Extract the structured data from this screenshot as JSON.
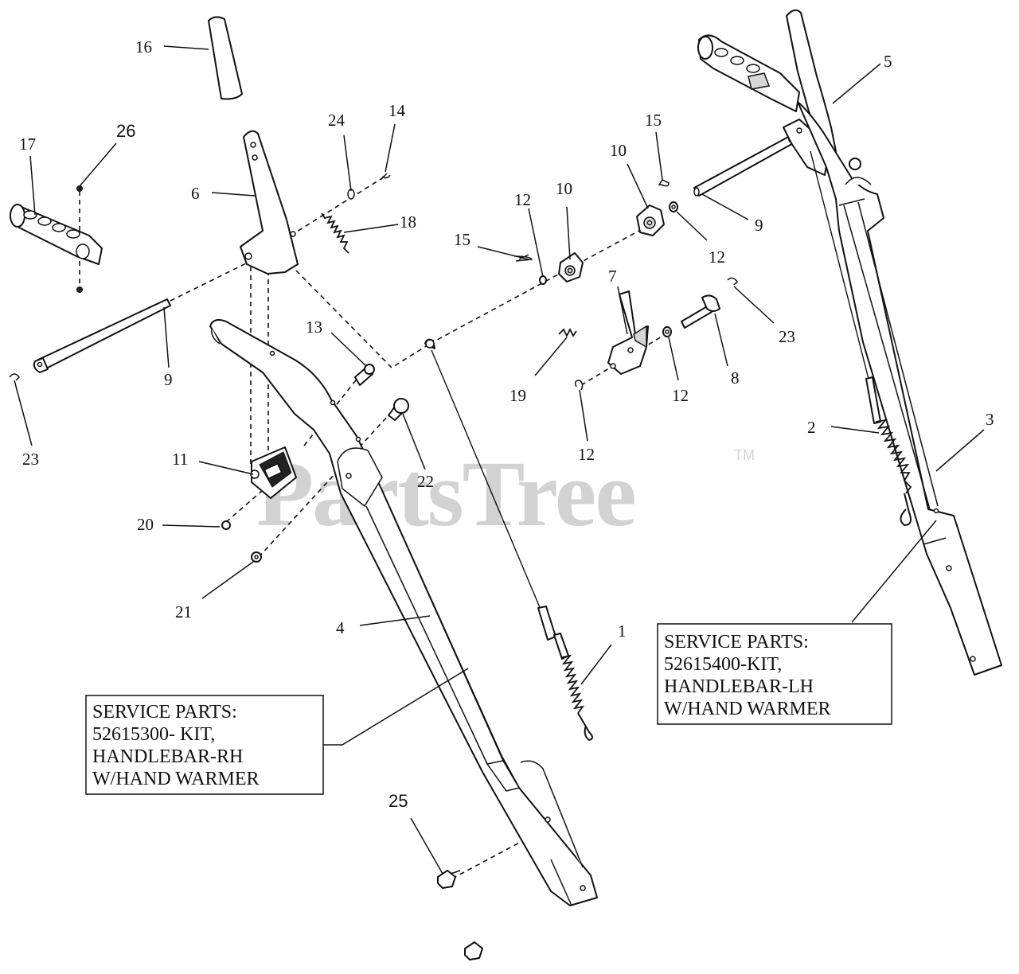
{
  "watermark": {
    "text": "PartsTree",
    "mark": "TM"
  },
  "callouts": {
    "c1": "1",
    "c2": "2",
    "c3": "3",
    "c4": "4",
    "c5": "5",
    "c6": "6",
    "c7": "7",
    "c8": "8",
    "c9a": "9",
    "c9b": "9",
    "c10a": "10",
    "c10b": "10",
    "c11": "11",
    "c12a": "12",
    "c12b": "12",
    "c12c": "12",
    "c12d": "12",
    "c13": "13",
    "c14": "14",
    "c15a": "15",
    "c15b": "15",
    "c16": "16",
    "c17": "17",
    "c18": "18",
    "c19": "19",
    "c20": "20",
    "c21": "21",
    "c22": "22",
    "c23a": "23",
    "c23b": "23",
    "c24": "24",
    "c25": "25",
    "c26": "26"
  },
  "service_boxes": {
    "rh": {
      "line1": "SERVICE PARTS:",
      "line2": "52615300- KIT,",
      "line3": "HANDLEBAR-RH",
      "line4": "W/HAND WARMER"
    },
    "lh": {
      "line1": "SERVICE PARTS:",
      "line2": "52615400-KIT,",
      "line3": "HANDLEBAR-LH",
      "line4": "W/HAND WARMER"
    }
  }
}
